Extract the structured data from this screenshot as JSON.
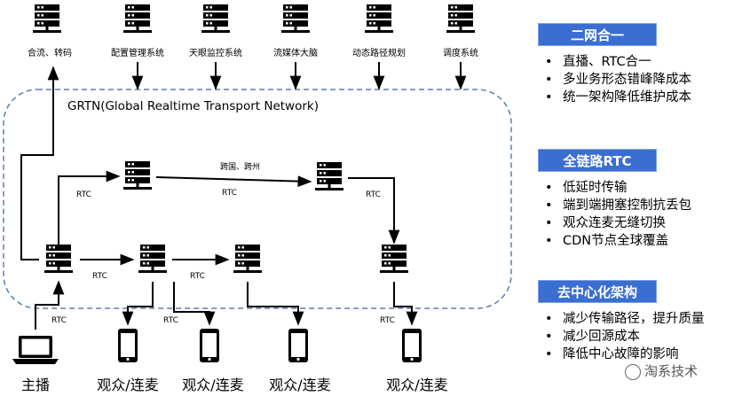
{
  "diagram": {
    "network_label": "GRTN(Global Realtime Transport Network)",
    "top_services": [
      {
        "label": "合流、转码"
      },
      {
        "label": "配置管理系统"
      },
      {
        "label": "天眼监控系统"
      },
      {
        "label": "流媒体大脑"
      },
      {
        "label": "动态路径规划"
      },
      {
        "label": "调度系统"
      }
    ],
    "link_labels": {
      "rtc_upper_left": "RTC",
      "cross_region": "跨国、跨州",
      "rtc_upper_mid": "RTC",
      "rtc_upper_right": "RTC",
      "rtc_lower_1": "RTC",
      "rtc_lower_2": "RTC",
      "rtc_anchor": "RTC",
      "rtc_viewer_1": "RTC",
      "rtc_viewer_4": "RTC"
    },
    "endpoints": {
      "anchor": "主播",
      "viewer_1": "观众/连麦",
      "viewer_2": "观众/连麦",
      "viewer_3": "观众/连麦",
      "viewer_4": "观众/连麦"
    }
  },
  "panels": [
    {
      "title": "二网合一",
      "items": [
        "直播、RTC合一",
        "多业务形态错峰降成本",
        "统一架构降低维护成本"
      ]
    },
    {
      "title": "全链路RTC",
      "items": [
        "低延时传输",
        "端到端拥塞控制抗丢包",
        "观众连麦无缝切换",
        "CDN节点全球覆盖"
      ]
    },
    {
      "title": "去中心化架构",
      "items": [
        "减少传输路径，提升质量",
        "减少回源成本",
        "降低中心故障的影响"
      ]
    }
  ],
  "watermark": "淘系技术",
  "colors": {
    "panel_header": "#3a6ed1",
    "network_border": "#5a7fae",
    "lines": "#000000"
  }
}
